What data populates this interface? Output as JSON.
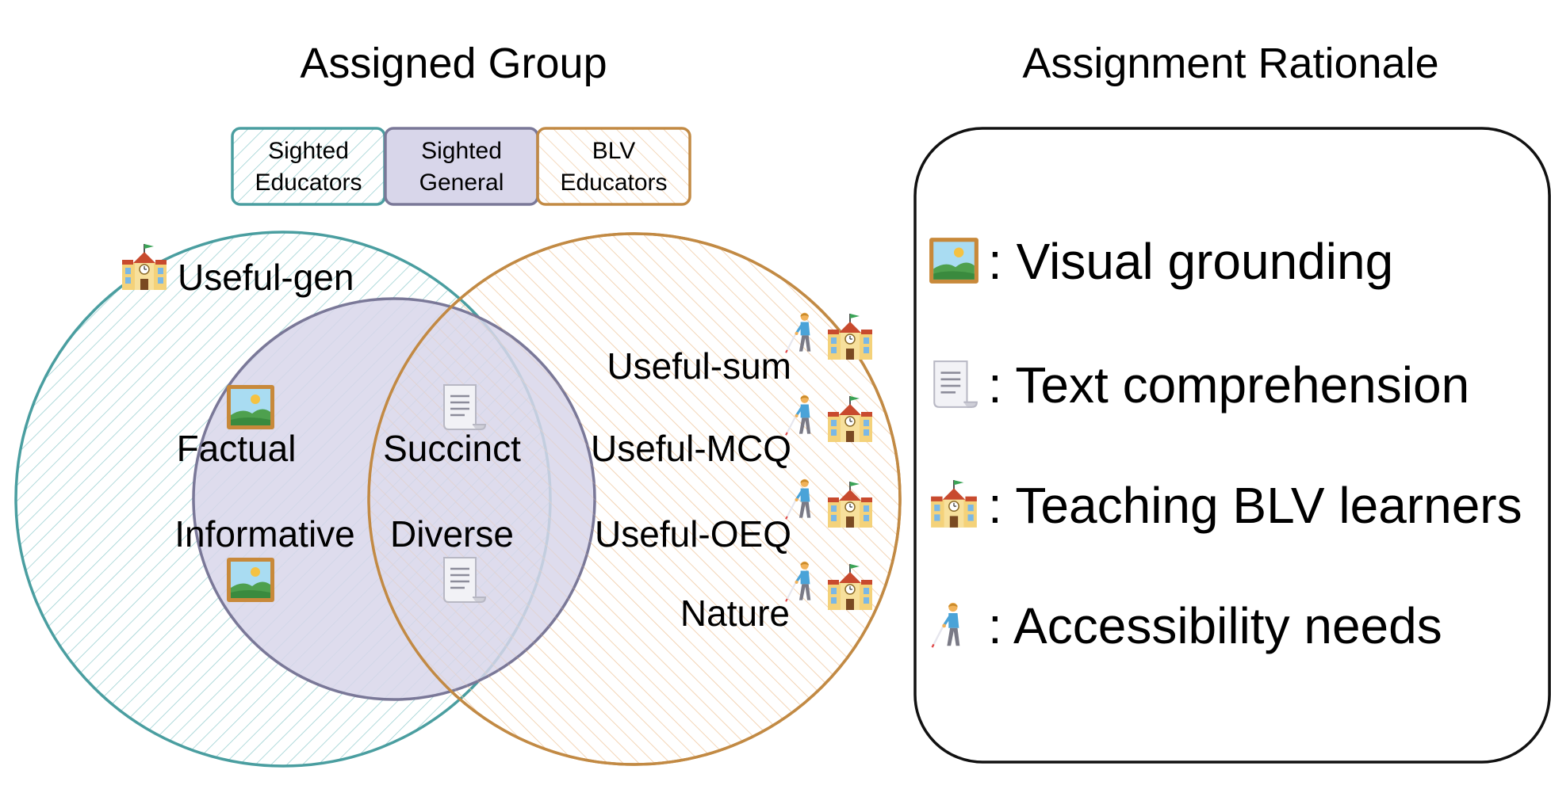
{
  "left_title": "Assigned Group",
  "right_title": "Assignment Rationale",
  "legend": [
    {
      "line1": "Sighted",
      "line2": "Educators",
      "color": "#4a9ea0"
    },
    {
      "line1": "Sighted",
      "line2": "General",
      "color": "#7a7898"
    },
    {
      "line1": "BLV",
      "line2": "Educators",
      "color": "#c28a44"
    }
  ],
  "venn": {
    "top_label": "Useful-gen",
    "inner_left": [
      "Factual",
      "Informative"
    ],
    "inner_overlap": [
      "Succinct",
      "Diverse"
    ],
    "right_items": [
      "Useful-sum",
      "Useful-MCQ",
      "Useful-OEQ",
      "Nature"
    ]
  },
  "rationale": [
    {
      "icon": "picture-icon",
      "text": ": Visual grounding"
    },
    {
      "icon": "document-icon",
      "text": ": Text comprehension"
    },
    {
      "icon": "school-icon",
      "text": ": Teaching BLV learners"
    },
    {
      "icon": "person-cane-icon",
      "text": ": Accessibility needs"
    }
  ],
  "colors": {
    "teal": "#4a9ea0",
    "purple": "#7a7898",
    "purple_fill": "#d8d6ea",
    "brown": "#c28a44"
  }
}
